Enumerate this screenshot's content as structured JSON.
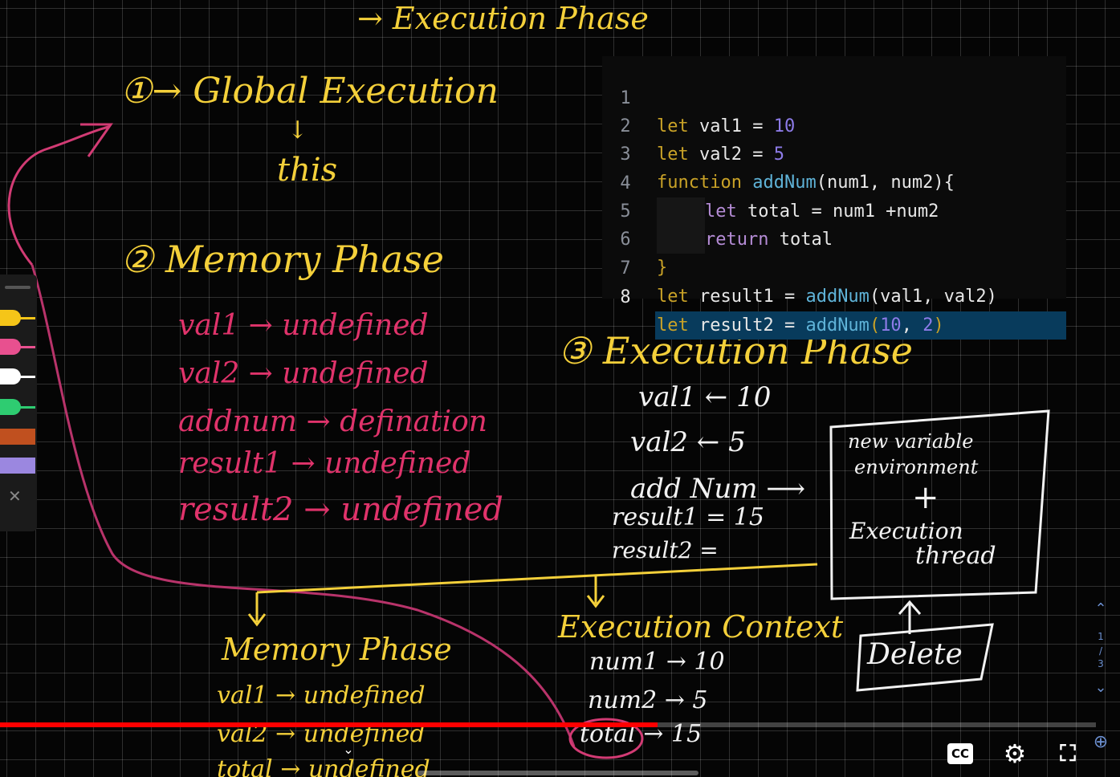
{
  "editor": {
    "lines": [
      {
        "n": "1",
        "kw": "let",
        "code": " val1 = ",
        "num": "10"
      },
      {
        "n": "2",
        "kw": "let",
        "code": " val2 = ",
        "num": "5"
      },
      {
        "n": "3",
        "kw": "function",
        "fn": "addNum",
        "code": "(num1, num2){"
      },
      {
        "n": "4",
        "kw": "let",
        "code": " total = num1 +num2"
      },
      {
        "n": "5",
        "kw": "return",
        "code": " total"
      },
      {
        "n": "6",
        "code": "}"
      },
      {
        "n": "7",
        "kw": "let",
        "code": " result1 = ",
        "fn": "addNum",
        "args": "(val1, val2)"
      },
      {
        "n": "8",
        "kw": "let",
        "code": " result2 = ",
        "fn": "addNum",
        "open": "(",
        "num1": "10",
        "sep": ", ",
        "num2": "2",
        "close": ")"
      }
    ],
    "active_line": "8"
  },
  "notes": {
    "top_heading": "→ Execution Phase",
    "step1": "①→ Global Execution",
    "step1_arrow": "↓",
    "step1_sub": "this",
    "step2": "② Memory Phase",
    "memory": [
      "val1 → undefined",
      "val2 → undefined",
      "addnum → defination",
      "result1 → undefined",
      "result2 → undefined"
    ],
    "step3": "③ Execution Phase",
    "exec": [
      "val1 ← 10",
      "val2 ← 5",
      "add Num ⟶",
      "result1 = 15",
      "result2 ="
    ],
    "box_line1": "new variable",
    "box_line2": "environment",
    "box_plus": "+",
    "box_line3": "Execution",
    "box_line4": "thread",
    "delete_label": "Delete",
    "bottom_memory_title": "Memory Phase",
    "bottom_memory": [
      "val1 → undefined",
      "val2 → undefined",
      "total → undefined"
    ],
    "exec_context_title": "Execution Context",
    "exec_context": [
      "num1 → 10",
      "num2 → 5",
      "total → 15"
    ]
  },
  "palette": {
    "pens": [
      "#f5c518",
      "#e8508f",
      "#ffffff",
      "#2ecc71",
      "#c0501f",
      "#9b87e0"
    ],
    "close_glyph": "✕"
  },
  "player": {
    "progress": 0.6,
    "cc_label": "CC",
    "gear_glyph": "⚙",
    "exit_fullscreen_glyph": "⛶",
    "chevron_glyph": "⌄",
    "page_nav": {
      "up": "⌃",
      "current": "1",
      "total": "3",
      "down": "⌄"
    },
    "zoom_glyph": "⊕"
  },
  "colors": {
    "yellow": "#f4d03a",
    "pink": "#e0336b",
    "progress": "#ff0000"
  }
}
